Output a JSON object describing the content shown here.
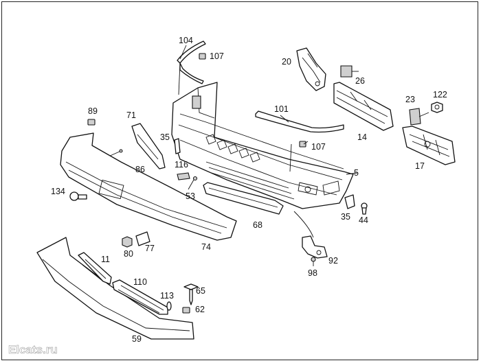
{
  "watermark": "Elcats.ru",
  "callouts": [
    {
      "id": "c104",
      "text": "104"
    },
    {
      "id": "c107a",
      "text": "107"
    },
    {
      "id": "c20",
      "text": "20"
    },
    {
      "id": "c26",
      "text": "26"
    },
    {
      "id": "c89",
      "text": "89"
    },
    {
      "id": "c71",
      "text": "71"
    },
    {
      "id": "c101",
      "text": "101"
    },
    {
      "id": "c23",
      "text": "23"
    },
    {
      "id": "c122",
      "text": "122"
    },
    {
      "id": "c14",
      "text": "14"
    },
    {
      "id": "c35a",
      "text": "35"
    },
    {
      "id": "c107b",
      "text": "107"
    },
    {
      "id": "c17",
      "text": "17"
    },
    {
      "id": "c116",
      "text": "116"
    },
    {
      "id": "c86",
      "text": "86"
    },
    {
      "id": "c5",
      "text": "5"
    },
    {
      "id": "c134",
      "text": "134"
    },
    {
      "id": "c53",
      "text": "53"
    },
    {
      "id": "c35b",
      "text": "35"
    },
    {
      "id": "c44",
      "text": "44"
    },
    {
      "id": "c68",
      "text": "68"
    },
    {
      "id": "c80",
      "text": "80"
    },
    {
      "id": "c77",
      "text": "77"
    },
    {
      "id": "c74",
      "text": "74"
    },
    {
      "id": "c11",
      "text": "11"
    },
    {
      "id": "c92",
      "text": "92"
    },
    {
      "id": "c98",
      "text": "98"
    },
    {
      "id": "c110",
      "text": "110"
    },
    {
      "id": "c65",
      "text": "65"
    },
    {
      "id": "c113",
      "text": "113"
    },
    {
      "id": "c62",
      "text": "62"
    },
    {
      "id": "c59",
      "text": "59"
    }
  ]
}
